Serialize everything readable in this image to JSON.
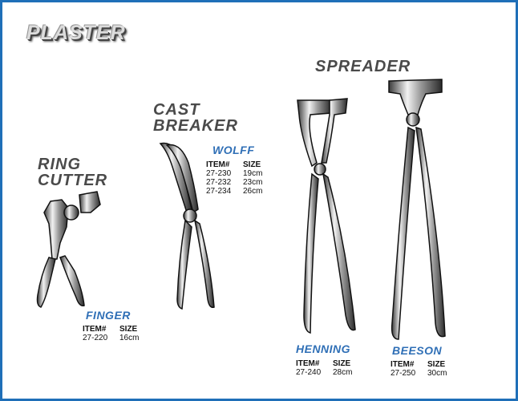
{
  "section_title": "PLASTER",
  "ring_cutter": {
    "heading": "RING\nCUTTER",
    "model": "FINGER",
    "col_item": "ITEM#",
    "col_size": "SIZE",
    "rows": [
      {
        "item": "27-220",
        "size": "16cm"
      }
    ]
  },
  "cast_breaker": {
    "heading": "CAST\nBREAKER",
    "model": "WOLFF",
    "col_item": "ITEM#",
    "col_size": "SIZE",
    "rows": [
      {
        "item": "27-230",
        "size": "19cm"
      },
      {
        "item": "27-232",
        "size": "23cm"
      },
      {
        "item": "27-234",
        "size": "26cm"
      }
    ]
  },
  "spreader": {
    "heading": "SPREADER",
    "henning": {
      "model": "HENNING",
      "col_item": "ITEM#",
      "col_size": "SIZE",
      "rows": [
        {
          "item": "27-240",
          "size": "28cm"
        }
      ]
    },
    "beeson": {
      "model": "BEESON",
      "col_item": "ITEM#",
      "col_size": "SIZE",
      "rows": [
        {
          "item": "27-250",
          "size": "30cm"
        }
      ]
    }
  },
  "colors": {
    "border": "#1f6fb8",
    "model_text": "#2f6fb6",
    "heading_text": "#4a4a4a"
  }
}
